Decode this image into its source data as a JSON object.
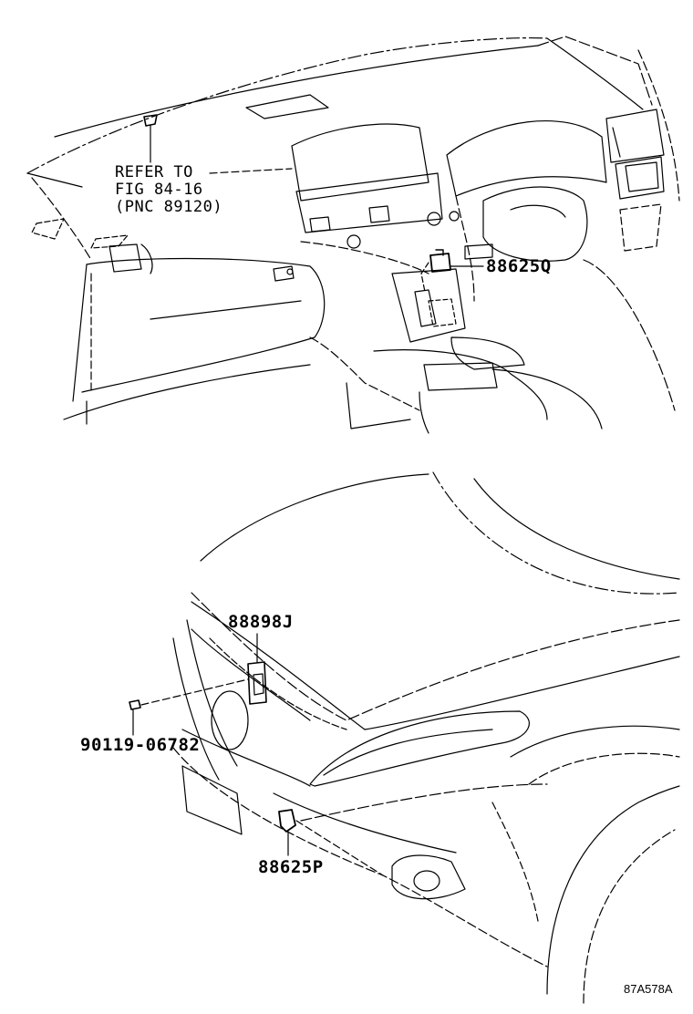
{
  "labels": {
    "refer_line1": "REFER TO",
    "refer_line2": "FIG 84-16",
    "refer_line3": "(PNC 89120)",
    "part_88625Q": "88625Q",
    "part_88898J": "88898J",
    "part_90119": "90119-06782",
    "part_88625P": "88625P",
    "illustration_code": "87A578A"
  },
  "colors": {
    "line": "#000000",
    "background": "#ffffff"
  }
}
